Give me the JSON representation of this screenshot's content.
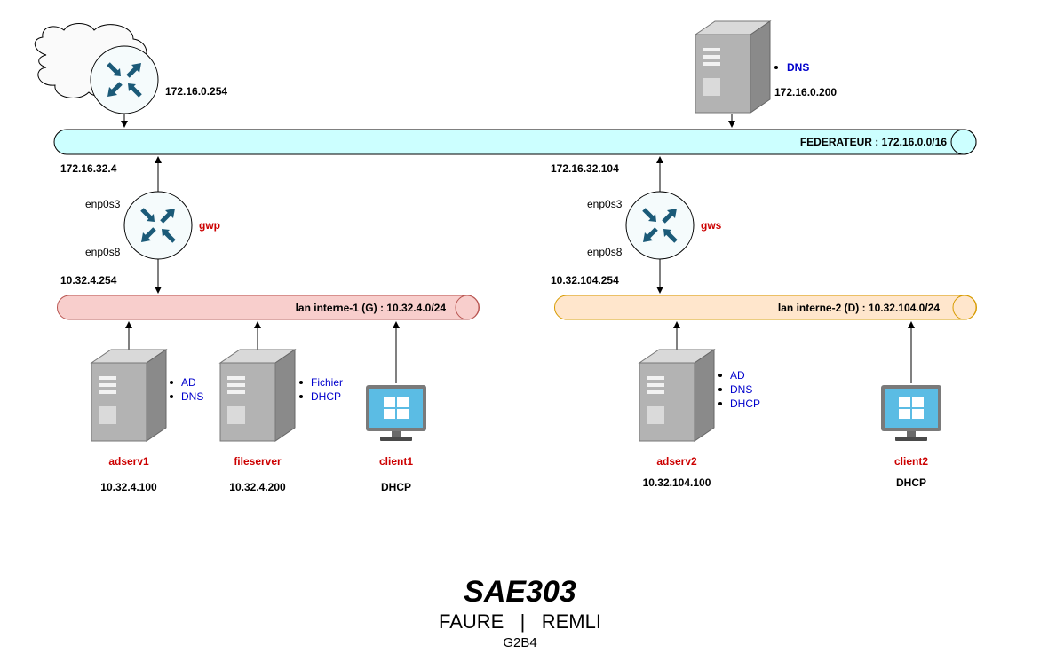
{
  "federateur": {
    "label": "FEDERATEUR : 172.16.0.0/16"
  },
  "lan1": {
    "label": "lan interne-1 (G) : 10.32.4.0/24"
  },
  "lan2": {
    "label": "lan interne-2 (D) : 10.32.104.0/24"
  },
  "internet_router": {
    "ip": "172.16.0.254"
  },
  "dns_server": {
    "ip": "172.16.0.200",
    "services": [
      "DNS"
    ]
  },
  "gwp": {
    "name": "gwp",
    "iface_top": "enp0s3",
    "iface_bottom": "enp0s8",
    "ip_top": "172.16.32.4",
    "ip_bottom": "10.32.4.254"
  },
  "gws": {
    "name": "gws",
    "iface_top": "enp0s3",
    "iface_bottom": "enp0s8",
    "ip_top": "172.16.32.104",
    "ip_bottom": "10.32.104.254"
  },
  "adserv1": {
    "name": "adserv1",
    "ip": "10.32.4.100",
    "services": [
      "AD",
      "DNS"
    ]
  },
  "fileserver": {
    "name": "fileserver",
    "ip": "10.32.4.200",
    "services": [
      "Fichier",
      "DHCP"
    ]
  },
  "client1": {
    "name": "client1",
    "ip": "DHCP"
  },
  "adserv2": {
    "name": "adserv2",
    "ip": "10.32.104.100",
    "services": [
      "AD",
      "DNS",
      "DHCP"
    ]
  },
  "client2": {
    "name": "client2",
    "ip": "DHCP"
  },
  "footer": {
    "title": "SAE303",
    "authors": "FAURE   |   REMLI",
    "group": "G2B4"
  },
  "colors": {
    "federateur": "#ccffff",
    "lan1": "#f8cecc",
    "lan2": "#ffe6cc",
    "router": "#1b5a78",
    "host_red": "#cc0000",
    "service_blue": "#0000cc"
  }
}
